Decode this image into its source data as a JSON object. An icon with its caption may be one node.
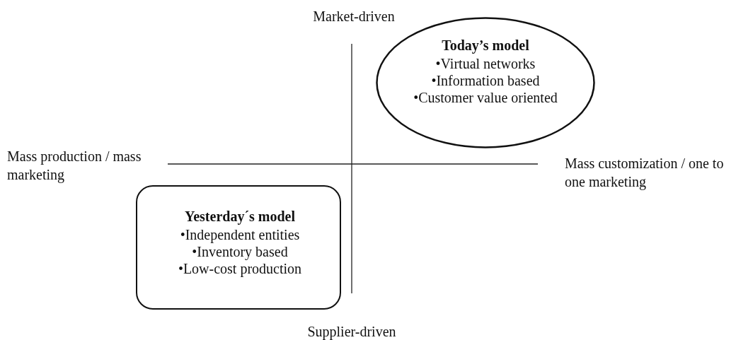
{
  "diagram": {
    "nodes": [
      {
        "text": [
          "Today’s model",
          "•Virtual networks",
          "•Information based",
          "•Customer value oriented"
        ]
      },
      {
        "text": [
          "Yesterday´s model",
          "•Independent entities",
          "•Inventory based",
          "•Low-cost production"
        ]
      }
    ],
    "labels": [
      "Market-driven",
      "Mass production / mass marketing",
      "Mass customization / one to one marketing",
      "Supplier-driven"
    ]
  }
}
